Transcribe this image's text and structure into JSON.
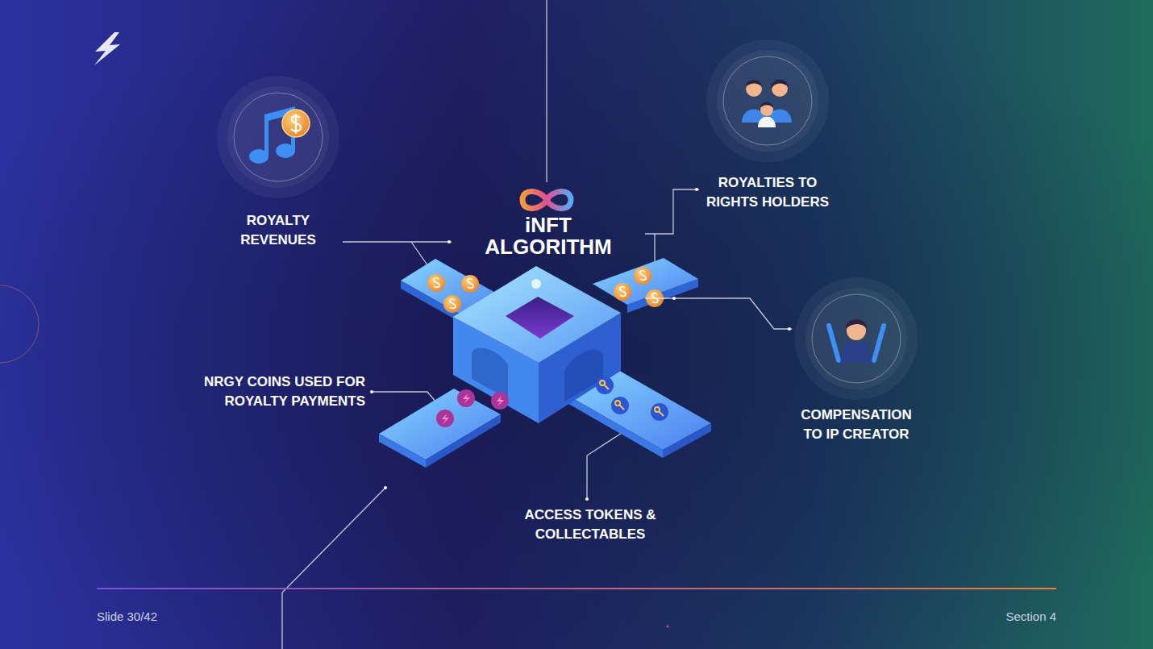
{
  "diagram": {
    "nodes": [
      {
        "text": [
          "ROYALTY REVENUES"
        ]
      },
      {
        "text": [
          "iNFT ALGORITHM"
        ]
      },
      {
        "text": [
          "ROYALTIES TO RIGHTS HOLDERS"
        ]
      },
      {
        "text": [
          "COMPENSATION TO IP CREATOR"
        ]
      }
    ],
    "edges": [
      {
        "from": 0,
        "to": 1,
        "arrow": "none"
      },
      {
        "from": 1,
        "to": 2,
        "arrow": "none"
      },
      {
        "from": 1,
        "to": 3,
        "arrow": "none"
      }
    ],
    "labels": [
      "NRGY COINS USED FOR ROYALTY PAYMENTS",
      "ACCESS TOKENS & COLLECTABLES",
      "Slide 30/42",
      "Section 4"
    ]
  }
}
